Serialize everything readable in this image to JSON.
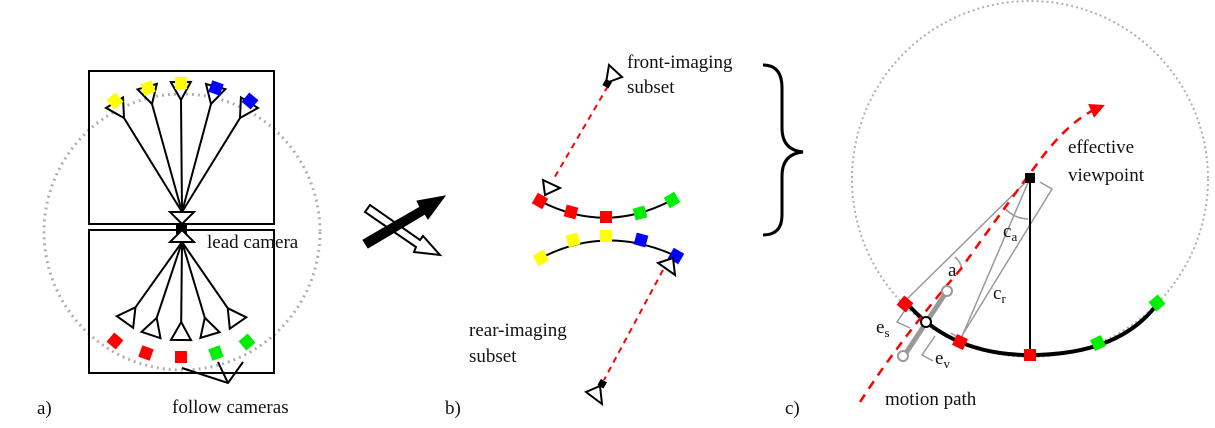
{
  "figure": {
    "panels": [
      {
        "id": "a",
        "label": "a)",
        "annotations": {
          "lead_camera": "lead camera",
          "follow_cameras": "follow cameras"
        },
        "top_follow_colors": [
          "yellow",
          "yellow",
          "yellow",
          "blue",
          "blue"
        ],
        "bottom_follow_colors": [
          "red",
          "red",
          "red",
          "green",
          "green"
        ]
      },
      {
        "id": "b",
        "label": "b)",
        "annotations": {
          "front_subset_line1": "front-imaging",
          "front_subset_line2": "subset",
          "rear_subset_line1": "rear-imaging",
          "rear_subset_line2": "subset"
        },
        "front_arc_colors": [
          "red",
          "red",
          "red",
          "green",
          "green"
        ],
        "rear_arc_colors": [
          "yellow",
          "yellow",
          "yellow",
          "blue",
          "blue"
        ]
      },
      {
        "id": "c",
        "label": "c)",
        "annotations": {
          "effective_viewpoint_line1": "effective",
          "effective_viewpoint_line2": "viewpoint",
          "motion_path": "motion path",
          "angle_a": "a",
          "c_a_base": "c",
          "c_a_sub": "a",
          "c_r_base": "c",
          "c_r_sub": "r",
          "e_s_base": "e",
          "e_s_sub": "s",
          "e_v_base": "e",
          "e_v_sub": "v"
        },
        "arc_colors": [
          "red",
          "red",
          "red",
          "green",
          "green"
        ]
      }
    ],
    "colors": {
      "red": "#ff0000",
      "green": "#00ee00",
      "blue": "#0000ff",
      "yellow": "#ffff00",
      "gray": "#999999",
      "dotted": "#b0b0b0",
      "ink": "#000000"
    }
  }
}
